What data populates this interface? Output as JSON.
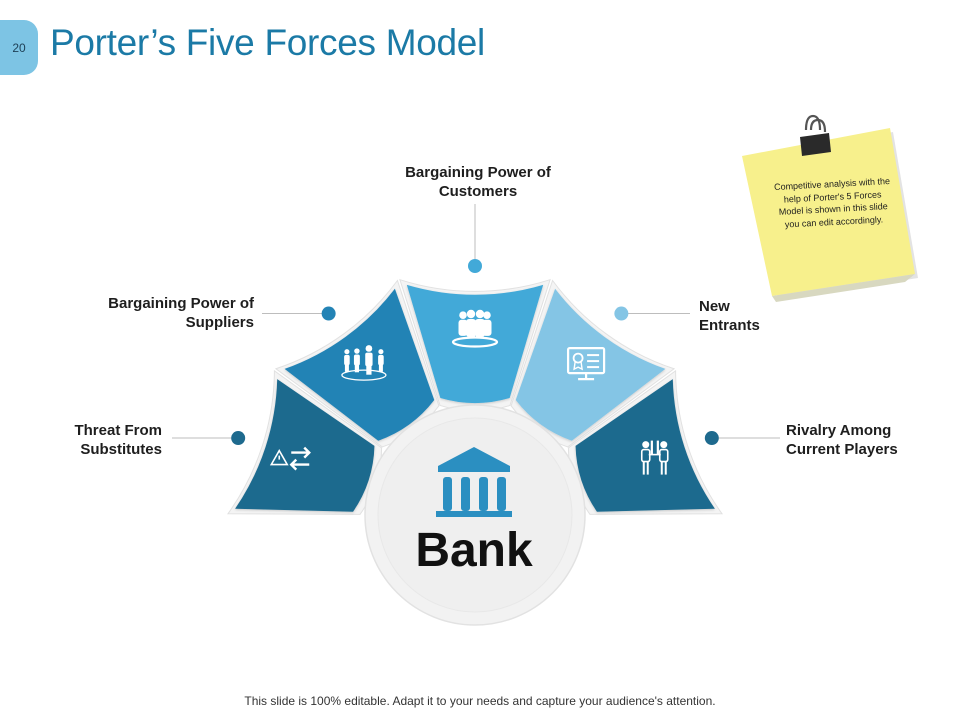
{
  "slide": {
    "number": "20",
    "title": "Porter’s Five Forces Model",
    "footer": "This slide is 100% editable. Adapt it to your needs and capture your audience's attention."
  },
  "center": {
    "label": "Bank",
    "icon": "bank-building-icon"
  },
  "forces": [
    {
      "label": "Threat From\nSubstitutes",
      "icon": "substitution-arrows-icon",
      "color": "#1e6a8e"
    },
    {
      "label": "Bargaining Power of\nSuppliers",
      "icon": "supplier-group-icon",
      "color": "#2383b5"
    },
    {
      "label": "Bargaining Power of\nCustomers",
      "icon": "customer-group-icon",
      "color": "#42a9d8"
    },
    {
      "label": "New\nEntrants",
      "icon": "certificate-monitor-icon",
      "color": "#84c5e5"
    },
    {
      "label": "Rivalry Among\nCurrent Players",
      "icon": "competitors-icon",
      "color": "#1e6a8e"
    }
  ],
  "note": {
    "text": "Competitive analysis with the help of Porter's 5 Forces Model is shown in this slide you can edit accordingly.",
    "icon": "binder-clip-icon",
    "color": "#f7f08c"
  },
  "colors": {
    "title": "#1b7aa6",
    "badge": "#7dc4e4",
    "connector": "#bdbdbd"
  }
}
